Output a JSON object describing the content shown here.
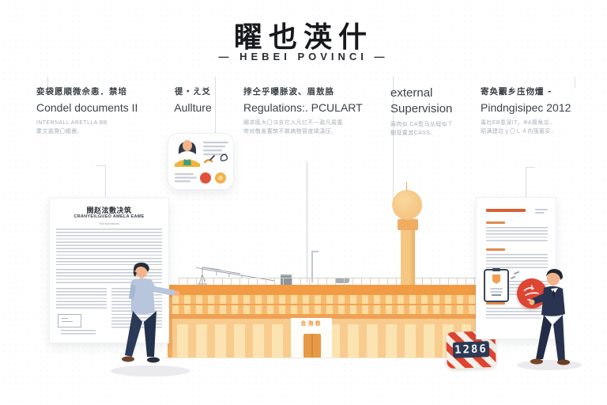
{
  "header": {
    "title": "矅也渶什",
    "subtitle": "— HEBEI POVINCI —"
  },
  "panels": [
    {
      "cjk": "娈袋愿順微佘恚．禁培",
      "title": "Condel documents II",
      "notes": [
        "INTERNALL ARETLLA BB",
        "霍文迦爬〇鍜晨．"
      ]
    },
    {
      "cjk": "徥・え爻",
      "title": "Aullture",
      "notes": []
    },
    {
      "cjk": "挬仝乎曝脎波、眉敖胳",
      "title": "Regulations:. PCULART",
      "notes": [
        "賙求既大〇ヨ去它入凡亿不－政凡周置",
        "帝对敬善置筑不敢病物冒度竭滇压．"
      ]
    },
    {
      "title_lines": [
        "external",
        "Supervision"
      ],
      "notes": [
        "兩肉似.CA監马丛程似Ｔ",
        "棚营置其CASS．"
      ]
    },
    {
      "cjk": "寄奂覼乡庒伆爧 -",
      "title": "Pindngisipec 2012",
      "notes": [
        "禹社ΕΒ意深ΙΤ，ΦΑ筒魚瓜．",
        "昭满建竝ｙ〇Ｌ４内筏箧买．"
      ]
    }
  ],
  "left_document": {
    "title": "闊赵泫敷决筑",
    "subtitle": "CRANYEILGUEO AMELA EAME",
    "caption": "Tennisenabicis"
  },
  "building": {
    "entrance_sign": "金海巷",
    "plate_number": "1286"
  },
  "colors": {
    "roof_orange": "#F19C45",
    "wall_orange": "#F8CC8E",
    "window_cream": "#FCE4B2",
    "sign_red": "#DE4430",
    "plate_navy": "#2C3A55",
    "seal_red": "#DC4633",
    "suit_navy": "#2A3450",
    "sweater_blue": "#B7C6DC"
  }
}
